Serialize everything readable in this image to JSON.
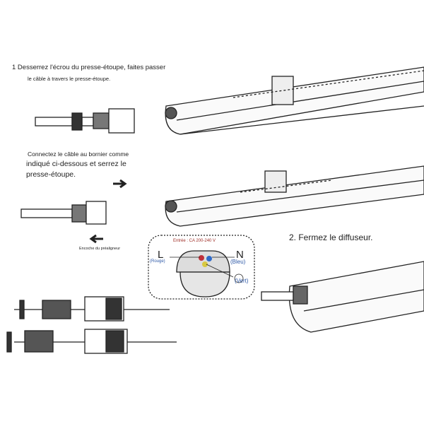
{
  "step1": {
    "line1": "1 Desserrez l'écrou du presse-étoupe, faites passer",
    "line2": "le câble à travers le presse-étoupe."
  },
  "connect": {
    "line1": "Connectez le câble au bornier comme",
    "line2": "indiqué ci-dessous et serrez le",
    "line3": "presse-étoupe."
  },
  "notch_label": "Encoche du préaligneur",
  "wiring": {
    "input": "Entrée : CA 200-240 V",
    "L": "L",
    "L_color": "(Rouge)",
    "N": "N",
    "N_color": "(Bleu)",
    "ground_color": "(Vert)",
    "accent_red": "#a0302a",
    "accent_blue": "#2f5aa8"
  },
  "step2": "2. Fermez le diffuseur."
}
